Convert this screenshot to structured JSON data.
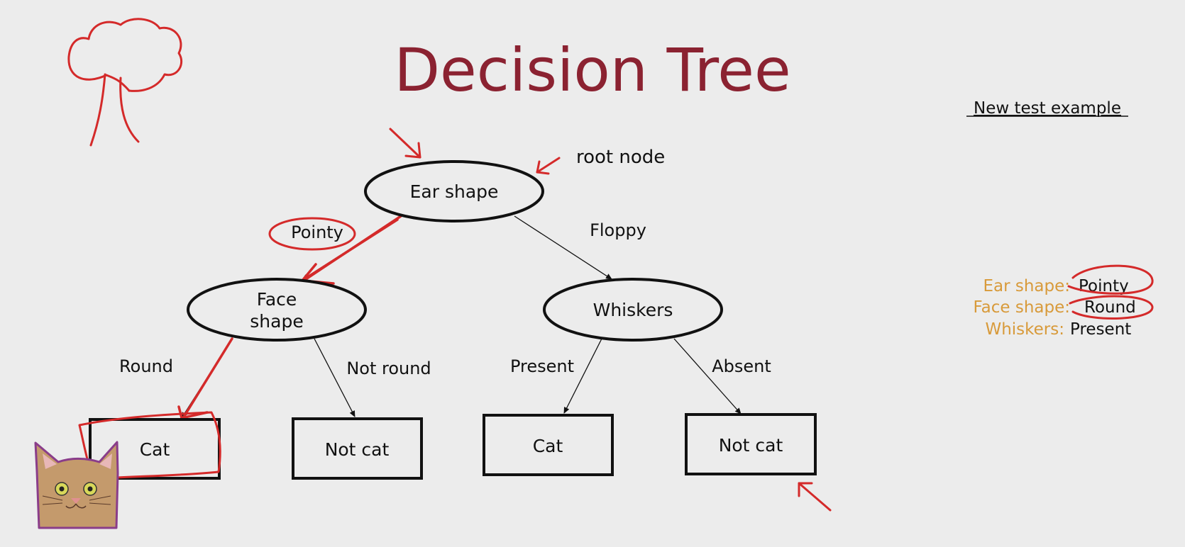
{
  "slide": {
    "title": "Decision Tree",
    "root_annotation": "root node",
    "title_color": "#8b2231",
    "ink_color": "#d42a2a",
    "attr_color": "#d89a3a"
  },
  "tree": {
    "root": "Ear shape",
    "left_edge": "Pointy",
    "right_edge": "Floppy",
    "left_node": [
      "Face",
      "shape"
    ],
    "right_node": "Whiskers",
    "ll_edge": "Round",
    "lr_edge": "Not round",
    "rl_edge": "Present",
    "rr_edge": "Absent",
    "leaves": [
      "Cat",
      "Not cat",
      "Cat",
      "Not cat"
    ]
  },
  "test_example": {
    "heading": "New test example",
    "features": [
      {
        "attr": "Ear shape:",
        "value": "Pointy"
      },
      {
        "attr": "Face shape:",
        "value": "Round"
      },
      {
        "attr": "Whiskers:",
        "value": "Present"
      }
    ]
  },
  "icons": [
    "tree-doodle-icon",
    "cat-icon"
  ]
}
